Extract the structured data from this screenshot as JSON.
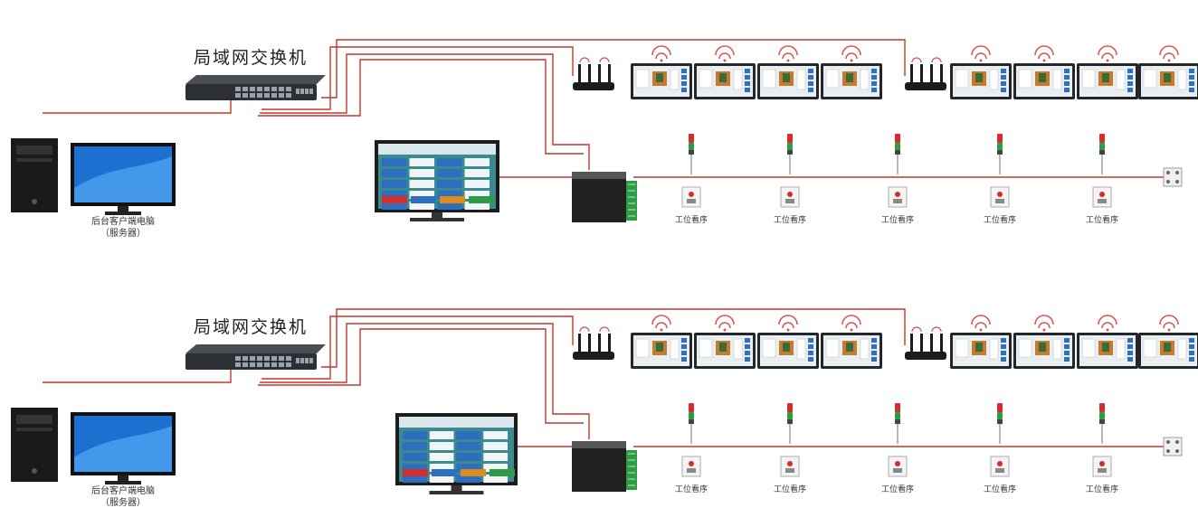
{
  "colors": {
    "cable": "#c0392b",
    "device_dark": "#2c2f33",
    "tablet_frame": "#23272b",
    "tablet_screen": "#e9eef3",
    "monitor_blue": "#1d6fd0",
    "andon_bg": "#3b8a8f",
    "wifi": "#d9534f",
    "light_red": "#d62c2c",
    "light_green": "#2e9b45"
  },
  "networks": [
    {
      "switch_label": "局域网交换机",
      "server_label_line1": "后台客户端电脑",
      "server_label_line2": "（服务器）",
      "station_labels": [
        "工位看序",
        "工位看序",
        "工位看序",
        "工位看序",
        "工位看序"
      ]
    },
    {
      "switch_label": "局域网交换机",
      "server_label_line1": "后台客户端电脑",
      "server_label_line2": "（服务器）",
      "station_labels": [
        "工位看序",
        "工位看序",
        "工位看序",
        "工位看序",
        "工位看序"
      ]
    }
  ],
  "icons": {
    "switch": "network-switch-icon",
    "router": "wifi-router-icon",
    "tablet": "wireless-tablet-terminal-icon",
    "tower": "pc-tower-icon",
    "monitor": "monitor-icon",
    "andon": "andon-display-screen-icon",
    "controller": "controller-box-icon",
    "stack_light": "signal-tower-light-icon",
    "button_box": "station-button-box-icon",
    "end_box": "terminal-junction-box-icon"
  }
}
